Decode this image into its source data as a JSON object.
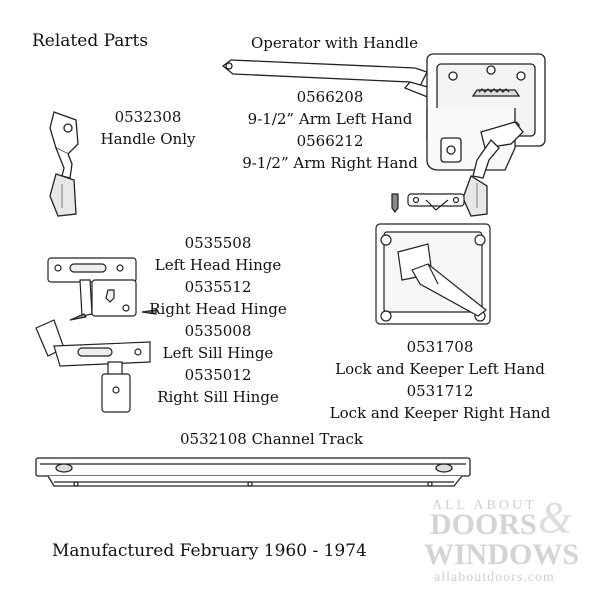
{
  "page": {
    "title": "Related Parts",
    "footer": "Manufactured February 1960 - 1974"
  },
  "operator": {
    "heading": "Operator with Handle",
    "lines": [
      "0566208",
      "9-1/2” Arm Left Hand",
      "0566212",
      "9-1/2” Arm Right Hand"
    ]
  },
  "handle": {
    "lines": [
      "0532308",
      "Handle Only"
    ]
  },
  "hinges": {
    "lines": [
      "0535508",
      "Left Head Hinge",
      "0535512",
      "Right Head Hinge",
      "0535008",
      "Left Sill Hinge",
      "0535012",
      "Right Sill Hinge"
    ]
  },
  "lock": {
    "lines": [
      "0531708",
      "Lock and Keeper Left Hand",
      "0531712",
      "Lock and Keeper Right Hand"
    ]
  },
  "track": {
    "label": "0532108 Channel Track"
  },
  "watermark": {
    "line1": "ALL ABOUT",
    "brand1": "DOORS",
    "ampersand": "&",
    "brand2": "WINDOWS",
    "url": "allaboutdoors.com",
    "color": "#d7d7d7"
  }
}
